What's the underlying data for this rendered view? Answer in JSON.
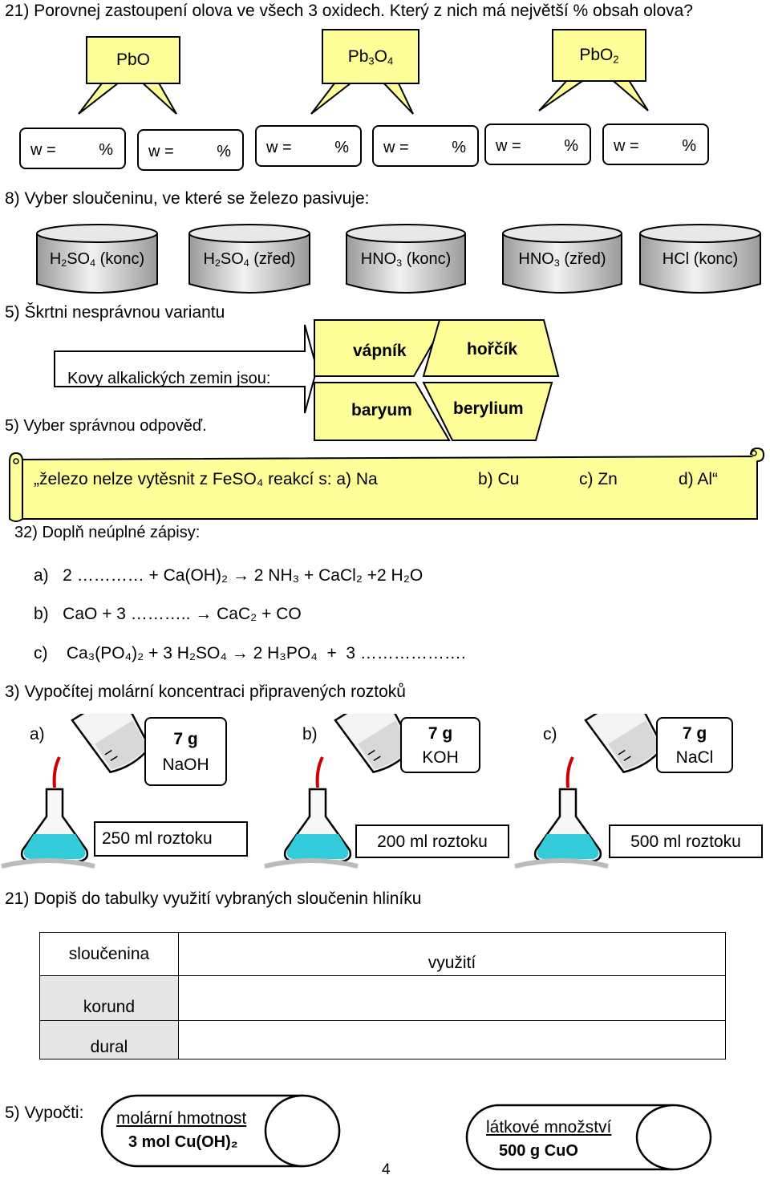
{
  "q21_oxides": {
    "question": "21) Porovnej zastoupení olova ve všech 3 oxidech. Který z nich má největší % obsah olova?",
    "oxides": [
      {
        "base": "PbO",
        "parts": [
          [
            "PbO",
            ""
          ]
        ]
      },
      {
        "base": "Pb3O4",
        "parts": [
          [
            "Pb",
            "3"
          ],
          [
            "O",
            "4"
          ]
        ]
      },
      {
        "base": "PbO2",
        "parts": [
          [
            "PbO",
            "2"
          ]
        ]
      }
    ],
    "w_label": "w =",
    "percent": "%"
  },
  "q8_passivation": {
    "question": "8) Vyber sloučeninu, ve které se železo pasivuje:",
    "acids": [
      {
        "parts": [
          [
            "H",
            "2"
          ],
          [
            "SO",
            "4"
          ],
          [
            " (konc)",
            ""
          ]
        ]
      },
      {
        "parts": [
          [
            "H",
            "2"
          ],
          [
            "SO",
            "4"
          ],
          [
            " (zřed)",
            ""
          ]
        ]
      },
      {
        "parts": [
          [
            "HNO",
            "3"
          ],
          [
            " (konc)",
            ""
          ]
        ]
      },
      {
        "parts": [
          [
            "HNO",
            "3"
          ],
          [
            " (zřed)",
            ""
          ]
        ]
      },
      {
        "parts": [
          [
            "HCl (konc)",
            ""
          ]
        ]
      }
    ]
  },
  "q5_cross": {
    "question": "5) Škrtni nesprávnou variantu",
    "arrow_label": "Kovy alkalických zemin jsou:",
    "options": [
      "vápník",
      "hořčík",
      "baryum",
      "berylium"
    ]
  },
  "q5_choose": {
    "question": "5) Vyber správnou odpověď.",
    "scroll_text": "„železo nelze vytěsnit z FeSO₄ reakcí s: a) Na",
    "opt_b": "b) Cu",
    "opt_c": "c) Zn",
    "opt_d": "d) Al“"
  },
  "q32_equations": {
    "question": "32) Doplň neúplné zápisy:",
    "a": "a)   2 ………… + Ca(OH)₂ → 2 NH₃ + CaCl₂ +2 H₂O",
    "b": "b)   CaO + 3 ……….. → CaC₂ + CO",
    "c": "c)    Ca₃(PO₄)₂ + 3 H₂SO₄ → 2 H₃PO₄  +  3 ………………."
  },
  "q3_molarity": {
    "question": "3) Vypočítej molární koncentraci připravených roztoků",
    "items": [
      {
        "letter": "a)",
        "mass": "7 g",
        "substance": "NaOH",
        "volume": "250 ml roztoku"
      },
      {
        "letter": "b)",
        "mass": "7 g",
        "substance": "KOH",
        "volume": "200 ml roztoku"
      },
      {
        "letter": "c)",
        "mass": "7 g",
        "substance": "NaCl",
        "volume": "500 ml roztoku"
      }
    ]
  },
  "q21_table": {
    "question": "21) Dopiš do tabulky využití vybraných sloučenin hliníku",
    "col1": "sloučenina",
    "col2": "využití",
    "rows": [
      "korund",
      "dural"
    ]
  },
  "q5_calc": {
    "question": "5) Vypočti:",
    "task1_title": "molární hmotnost",
    "task1_value": "3 mol Cu(OH)₂",
    "task2_title": "látkové množství",
    "task2_value": "500 g  CuO"
  },
  "page_number": "4",
  "colors": {
    "yellow": "#ffff99",
    "grey": "#d9d9d9",
    "liquid": "#33ccdd",
    "red": "#cc0000"
  }
}
